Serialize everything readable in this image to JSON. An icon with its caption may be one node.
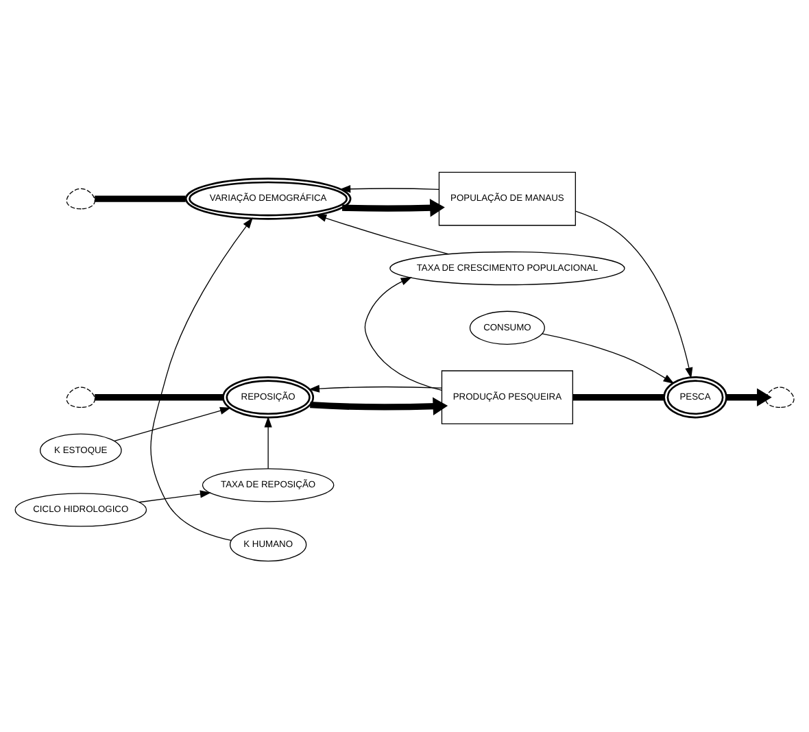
{
  "diagram": {
    "nodes": [
      {
        "text": [],
        "shape": "cloud"
      },
      {
        "text": [
          "VARIAÇÃO DEMOGRÁFICA"
        ]
      },
      {
        "text": [
          "POPULAÇÃO DE MANAUS"
        ]
      },
      {
        "text": [
          "K HUMANO"
        ]
      },
      {
        "text": [
          "TAXA DE CRESCIMENTO POPULACIONAL"
        ]
      },
      {
        "text": [
          "CICLO HIDROLOGICO"
        ]
      },
      {
        "text": [
          "TAXA DE REPOSIÇÃO"
        ]
      },
      {
        "text": [
          "CONSUMO"
        ]
      },
      {
        "text": [],
        "shape": "cloud"
      },
      {
        "text": [
          "REPOSIÇÃO"
        ]
      },
      {
        "text": [
          "PRODUÇÃO PESQUEIRA"
        ]
      },
      {
        "text": [
          "PESCA"
        ]
      },
      {
        "text": [],
        "shape": "cloud"
      },
      {
        "text": [
          "K ESTOQUE"
        ]
      }
    ],
    "edges": [
      {
        "from": 0,
        "to": 1,
        "arrow": "none",
        "style": "thick"
      },
      {
        "from": 1,
        "to": 2,
        "arrow": "to",
        "style": "thick"
      },
      {
        "from": 3,
        "to": 1,
        "arrow": "to"
      },
      {
        "from": 2,
        "to": 1,
        "arrow": "to"
      },
      {
        "from": 4,
        "to": 1,
        "arrow": "to"
      },
      {
        "from": 10,
        "to": 4,
        "arrow": "to"
      },
      {
        "from": 5,
        "to": 6,
        "arrow": "to"
      },
      {
        "from": 6,
        "to": 9,
        "arrow": "to"
      },
      {
        "from": 8,
        "to": 9,
        "arrow": "none",
        "style": "thick"
      },
      {
        "from": 9,
        "to": 10,
        "arrow": "to",
        "style": "thick"
      },
      {
        "from": 13,
        "to": 9,
        "arrow": "to"
      },
      {
        "from": 10,
        "to": 9,
        "arrow": "to"
      },
      {
        "from": 10,
        "to": 11,
        "arrow": "none",
        "style": "thick"
      },
      {
        "from": 11,
        "to": 12,
        "arrow": "to",
        "style": "thick"
      },
      {
        "from": 7,
        "to": 11,
        "arrow": "to"
      },
      {
        "from": 2,
        "to": 11,
        "arrow": "to"
      }
    ]
  }
}
